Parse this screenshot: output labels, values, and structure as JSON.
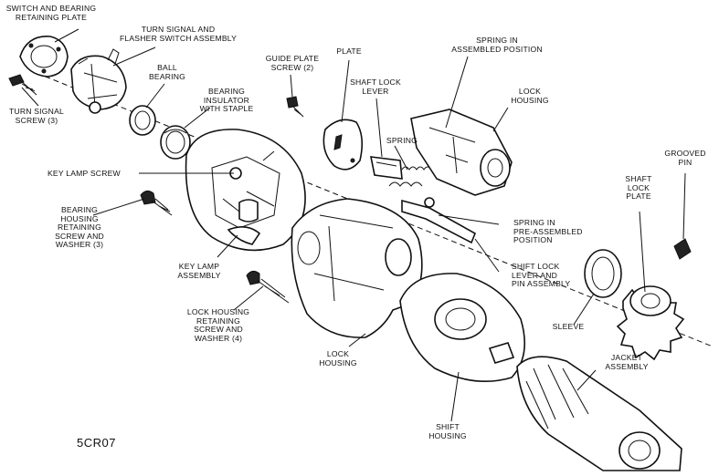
{
  "figure_code": "5CR07",
  "labels": {
    "switch_bearing_plate": "SWITCH AND BEARING\nRETAINING PLATE",
    "turn_signal_flasher": "TURN SIGNAL AND\nFLASHER SWITCH ASSEMBLY",
    "ball_bearing": "BALL\nBEARING",
    "bearing_insulator": "BEARING\nINSULATOR\nWITH STAPLE",
    "turn_signal_screw": "TURN SIGNAL\nSCREW (3)",
    "guide_plate_screw": "GUIDE PLATE\nSCREW (2)",
    "plate": "PLATE",
    "shaft_lock_lever": "SHAFT LOCK\nLEVER",
    "spring_assembled": "SPRING IN\nASSEMBLED POSITION",
    "lock_housing_top": "LOCK\nHOUSING",
    "spring": "SPRING",
    "key_lamp_screw": "KEY LAMP SCREW",
    "bearing_housing_screw": "BEARING\nHOUSING\nRETAINING\nSCREW AND\nWASHER (3)",
    "grooved_pin": "GROOVED\nPIN",
    "shaft_lock_plate": "SHAFT\nLOCK\nPLATE",
    "spring_preassembled": "SPRING IN\nPRE-ASSEMBLED\nPOSITION",
    "key_lamp_assembly": "KEY LAMP\nASSEMBLY",
    "shift_lock_lever_pin": "SHIFT LOCK\nLEVER AND\nPIN ASSEMBLY",
    "lock_housing_screw": "LOCK HOUSING\nRETAINING\nSCREW AND\nWASHER (4)",
    "sleeve": "SLEEVE",
    "lock_housing_bottom": "LOCK\nHOUSING",
    "jacket_assembly": "JACKET\nASSEMBLY",
    "shift_housing": "SHIFT\nHOUSING"
  }
}
